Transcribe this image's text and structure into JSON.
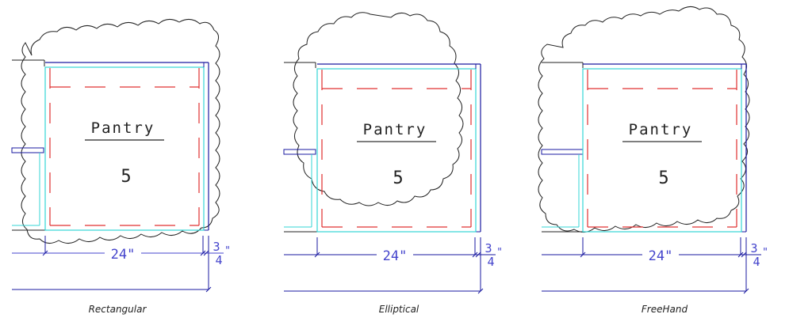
{
  "colors": {
    "cloud": "#222222",
    "wall_blue": "#1a1aa0",
    "cyan": "#33d6d6",
    "red_dash": "#e03030",
    "dim_blue": "#4444cc",
    "text": "#222222"
  },
  "panels": [
    {
      "caption": "Rectangular",
      "room_name": "Pantry",
      "room_number": "5",
      "dim_main": "24\"",
      "dim_frac_num": "3",
      "dim_frac_den": "4",
      "dim_frac_inch": "\""
    },
    {
      "caption": "Elliptical",
      "room_name": "Pantry",
      "room_number": "5",
      "dim_main": "24\"",
      "dim_frac_num": "3",
      "dim_frac_den": "4",
      "dim_frac_inch": "\""
    },
    {
      "caption": "FreeHand",
      "room_name": "Pantry",
      "room_number": "5",
      "dim_main": "24\"",
      "dim_frac_num": "3",
      "dim_frac_den": "4",
      "dim_frac_inch": "\""
    }
  ]
}
